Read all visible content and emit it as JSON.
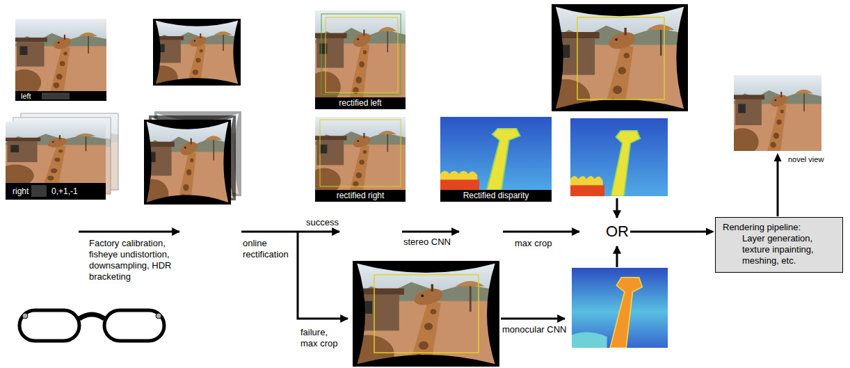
{
  "diagram": {
    "nodes": [
      {
        "text": [
          "left"
        ]
      },
      {
        "text": [
          "right",
          "0,+1,-1"
        ]
      },
      {
        "text": [
          "rectified left"
        ]
      },
      {
        "text": [
          "rectified right"
        ]
      },
      {
        "text": [
          "Rectified disparity"
        ]
      },
      {
        "text": [
          "OR"
        ]
      },
      {
        "text": [
          "Rendering pipeline:",
          "Layer generation, texture inpainting, meshing, etc."
        ]
      },
      {
        "text": [
          "novel view"
        ]
      }
    ],
    "edges": [
      {
        "from": 5,
        "to": 6,
        "arrow": "to"
      },
      {
        "from": 6,
        "to": 7,
        "arrow": "to"
      }
    ],
    "labels": [
      "Factory calibration, fisheye undistortion, downsampling, HDR bracketing",
      "online rectification",
      "success",
      "failure, max crop",
      "stereo CNN",
      "max crop",
      "monocular CNN"
    ]
  }
}
